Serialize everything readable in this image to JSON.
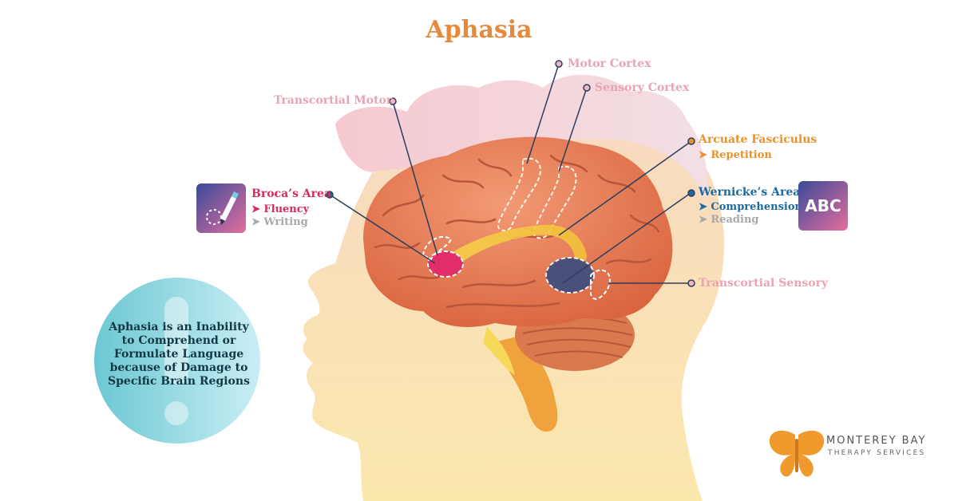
{
  "title": "Aphasia",
  "labels": {
    "motor_cortex": "Motor Cortex",
    "sensory_cortex": "Sensory Cortex",
    "transcortial_motor": "Transcortial Motor",
    "arcuate": {
      "title": "Arcuate Fasciculus",
      "sub": "➤ Repetition"
    },
    "broca": {
      "title": "Broca’s Area",
      "sub1": "➤ Fluency",
      "sub2": "➤ Writing"
    },
    "wernicke": {
      "title": "Wernicke’s Area",
      "sub1": "➤ Comprehension",
      "sub2": "➤ Reading"
    },
    "transcortial_sensory": "Transcortial Sensory"
  },
  "abc_badge": "ABC",
  "info_text": "Aphasia is an Inability to Comprehend or Formulate Language because of Damage to Specific Brain Regions",
  "logo": {
    "name": "MONTEREY BAY",
    "sub": "THERAPY SERVICES"
  },
  "colors": {
    "title": "#e58a3a",
    "pink_label": "#eaa3b4",
    "broca": "#d92a5c",
    "wernicke": "#1d6aa0",
    "arcuate": "#e8922b",
    "brain": "#e87a55",
    "info_circle": "#7fd0dc"
  },
  "icons": [
    "pencil-icon",
    "abc-icon",
    "butterfly-icon",
    "exclamation-icon"
  ]
}
